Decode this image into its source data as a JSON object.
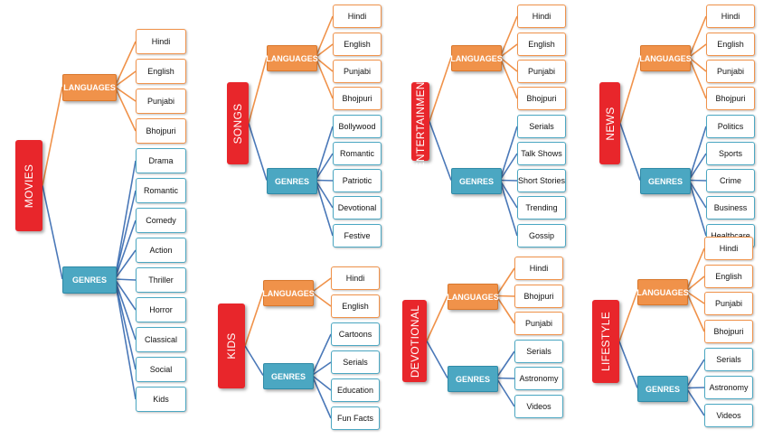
{
  "trees": [
    {
      "title": "MOVIES",
      "languages_label": "LANGUAGES",
      "languages": [
        "Hindi",
        "English",
        "Punjabi",
        "Bhojpuri"
      ],
      "genres_label": "GENRES",
      "genres": [
        "Drama",
        "Romantic",
        "Comedy",
        "Action",
        "Thriller",
        "Horror",
        "Classical",
        "Social",
        "Kids"
      ]
    },
    {
      "title": "SONGS",
      "languages_label": "LANGUAGES",
      "languages": [
        "Hindi",
        "English",
        "Punjabi",
        "Bhojpuri"
      ],
      "genres_label": "GENRES",
      "genres": [
        "Bollywood",
        "Romantic",
        "Patriotic",
        "Devotional",
        "Festive"
      ]
    },
    {
      "title": "ENTERTAINMENT",
      "languages_label": "LANGUAGES",
      "languages": [
        "Hindi",
        "English",
        "Punjabi",
        "Bhojpuri"
      ],
      "genres_label": "GENRES",
      "genres": [
        "Serials",
        "Talk Shows",
        "Short Stories",
        "Trending",
        "Gossip"
      ]
    },
    {
      "title": "NEWS",
      "languages_label": "LANGUAGES",
      "languages": [
        "Hindi",
        "English",
        "Punjabi",
        "Bhojpuri"
      ],
      "genres_label": "GENRES",
      "genres": [
        "Politics",
        "Sports",
        "Crime",
        "Business",
        "Healthcare"
      ]
    },
    {
      "title": "KIDS",
      "languages_label": "LANGUAGES",
      "languages": [
        "Hindi",
        "English"
      ],
      "genres_label": "GENRES",
      "genres": [
        "Cartoons",
        "Serials",
        "Education",
        "Fun Facts"
      ]
    },
    {
      "title": "DEVOTIONAL",
      "languages_label": "LANGUAGES",
      "languages": [
        "Hindi",
        "Bhojpuri",
        "Punjabi"
      ],
      "genres_label": "GENRES",
      "genres": [
        "Serials",
        "Astronomy",
        "Videos"
      ]
    },
    {
      "title": "LIFESTYLE",
      "languages_label": "LANGUAGES",
      "languages": [
        "Hindi",
        "English",
        "Punjabi",
        "Bhojpuri"
      ],
      "genres_label": "GENRES",
      "genres": [
        "Serials",
        "Astronomy",
        "Videos"
      ]
    }
  ],
  "colors": {
    "root": "#e8262b",
    "languages": "#f0924a",
    "genres": "#4ba7c2",
    "genre_line": "#4a78b8"
  }
}
